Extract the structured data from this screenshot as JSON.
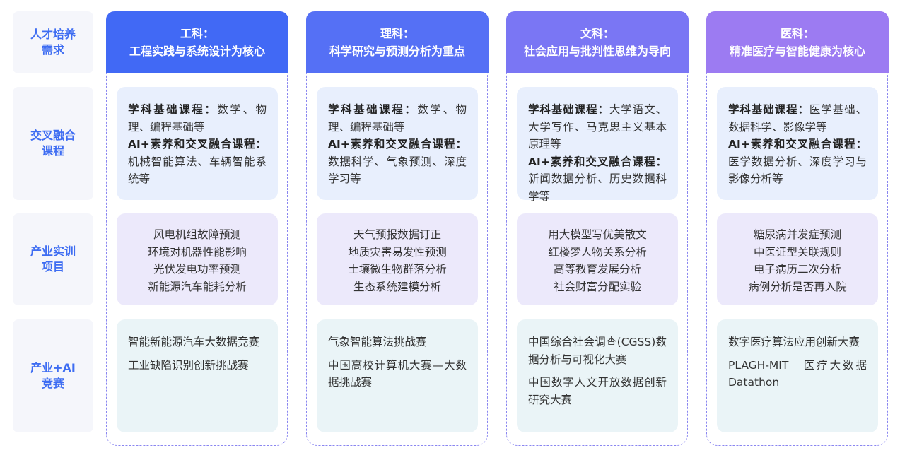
{
  "row_labels": [
    "人才培养需求",
    "交叉融合课程",
    "产业实训项目",
    "产业+AI竞赛"
  ],
  "columns": [
    {
      "title": "工科：",
      "subtitle": "工程实践与系统设计为核心",
      "color": "#4169f5",
      "basic_label": "学科基础课程：",
      "basic": "数学、物理、编程基础等",
      "ai_label": "AI+素养和交叉融合课程：",
      "ai": "机械智能算法、车辆智能系统等",
      "projects": [
        "风电机组故障预测",
        "环境对机器性能影响",
        "光伏发电功率预测",
        "新能源汽车能耗分析"
      ],
      "competitions": [
        "智能新能源汽车大数据竞赛",
        "工业缺陷识别创新挑战赛"
      ]
    },
    {
      "title": "理科：",
      "subtitle": "科学研究与预测分析为重点",
      "color": "#5570f5",
      "basic_label": "学科基础课程：",
      "basic": "数学、物理、编程基础等",
      "ai_label": "AI+素养和交叉融合课程：",
      "ai": "数据科学、气象预测、深度学习等",
      "projects": [
        "天气预报数据订正",
        "地质灾害易发性预测",
        "土壤微生物群落分析",
        "生态系统建模分析"
      ],
      "competitions": [
        "气象智能算法挑战赛",
        "中国高校计算机大赛—大数据挑战赛"
      ]
    },
    {
      "title": "文科：",
      "subtitle": "社会应用与批判性思维为导向",
      "color": "#7a76f4",
      "basic_label": "学科基础课程：",
      "basic": "大学语文、大学写作、马克思主义基本原理等",
      "ai_label": "AI+素养和交叉融合课程：",
      "ai": "新闻数据分析、历史数据科学等",
      "projects": [
        "用大模型写优美散文",
        "红楼梦人物关系分析",
        "高等教育发展分析",
        "社会财富分配实验"
      ],
      "competitions": [
        "中国综合社会调查(CGSS)数据分析与可视化大赛",
        "中国数字人文开放数据创新研究大赛"
      ]
    },
    {
      "title": "医科：",
      "subtitle": "精准医疗与智能健康为核心",
      "color": "#9c7bf2",
      "basic_label": "学科基础课程：",
      "basic": "医学基础、数据科学、影像学等",
      "ai_label": "AI+素养和交叉融合课程：",
      "ai": "医学数据分析、深度学习与影像分析等",
      "projects": [
        "糖尿病并发症预测",
        "中医证型关联规则",
        "电子病历二次分析",
        "病例分析是否再入院"
      ],
      "competitions": [
        "数字医疗算法应用创新大赛",
        "PLAGH-MIT　医疗大数据Datathon"
      ]
    }
  ]
}
